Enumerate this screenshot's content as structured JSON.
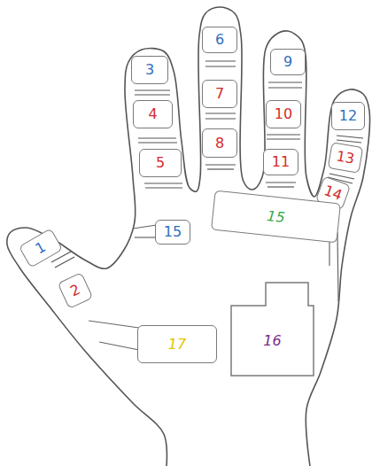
{
  "diagram": {
    "nodes": [
      {
        "text": [
          "6"
        ]
      },
      {
        "text": [
          "9"
        ]
      },
      {
        "text": [
          "3"
        ]
      },
      {
        "text": [
          "7"
        ]
      },
      {
        "text": [
          "4"
        ]
      },
      {
        "text": [
          "10"
        ]
      },
      {
        "text": [
          "12"
        ]
      },
      {
        "text": [
          "8"
        ]
      },
      {
        "text": [
          "13"
        ]
      },
      {
        "text": [
          "5"
        ]
      },
      {
        "text": [
          "11"
        ]
      },
      {
        "text": [
          "14"
        ]
      },
      {
        "text": [
          "15"
        ]
      },
      {
        "text": [
          "15"
        ]
      },
      {
        "text": [
          "1"
        ]
      },
      {
        "text": [
          "2"
        ]
      },
      {
        "text": [
          "16"
        ]
      },
      {
        "text": [
          "17"
        ]
      }
    ]
  }
}
